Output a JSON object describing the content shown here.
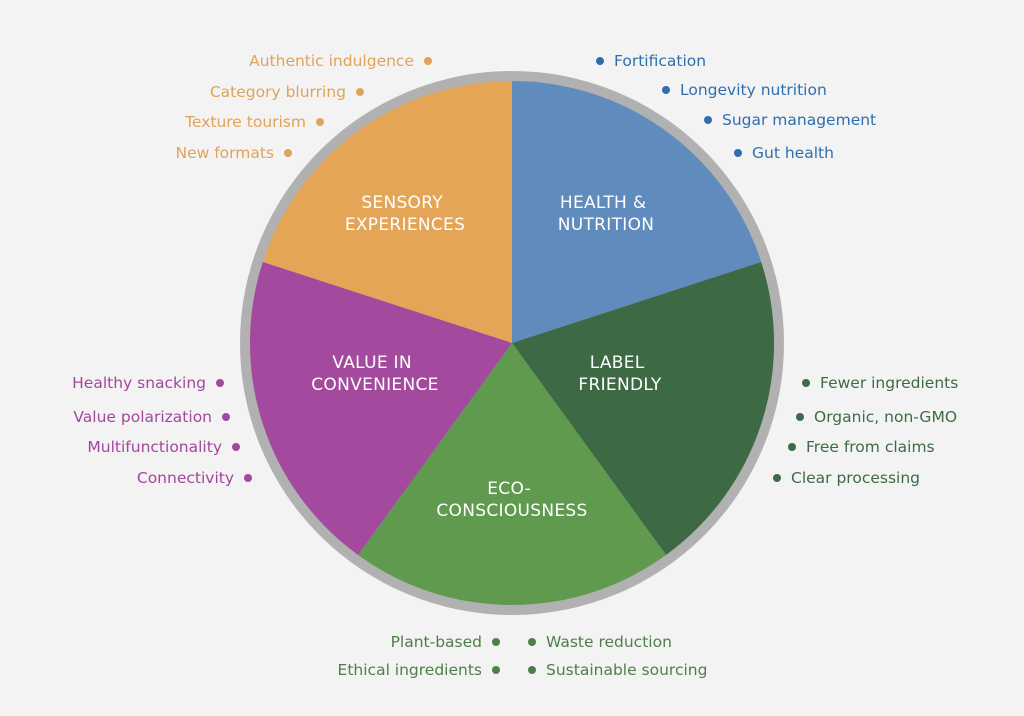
{
  "colors": {
    "background": "#f3f3f3",
    "sensory": "#e5a557",
    "health": "#5f8bbd",
    "label": "#3d6a44",
    "eco": "#5f9a4e",
    "value": "#a44a9e",
    "rim": "#7a7a7a",
    "sensory_text": "#e0a35a",
    "health_text": "#2f6fae",
    "label_text": "#3e6b45",
    "eco_text": "#4f7f48",
    "value_text": "#a4479e"
  },
  "segments": {
    "sensory": {
      "line1": "SENSORY",
      "line2": "EXPERIENCES"
    },
    "health": {
      "line1": "HEALTH &",
      "line2": "NUTRITION"
    },
    "label": {
      "line1": "LABEL",
      "line2": "FRIENDLY"
    },
    "eco": {
      "line1": "ECO-",
      "line2": "CONSCIOUSNESS"
    },
    "value": {
      "line1": "VALUE IN",
      "line2": "CONVENIENCE"
    }
  },
  "sensory_items": [
    "Authentic indulgence",
    "Category blurring",
    "Texture tourism",
    "New formats"
  ],
  "health_items": [
    "Fortification",
    "Longevity nutrition",
    "Sugar management",
    "Gut health"
  ],
  "label_items": [
    "Fewer ingredients",
    "Organic, non-GMO",
    "Free from claims",
    "Clear processing"
  ],
  "value_items": [
    "Healthy snacking",
    "Value polarization",
    "Multifunctionality",
    "Connectivity"
  ],
  "eco_items": [
    "Plant-based",
    "Ethical ingredients",
    "Waste reduction",
    "Sustainable sourcing"
  ]
}
